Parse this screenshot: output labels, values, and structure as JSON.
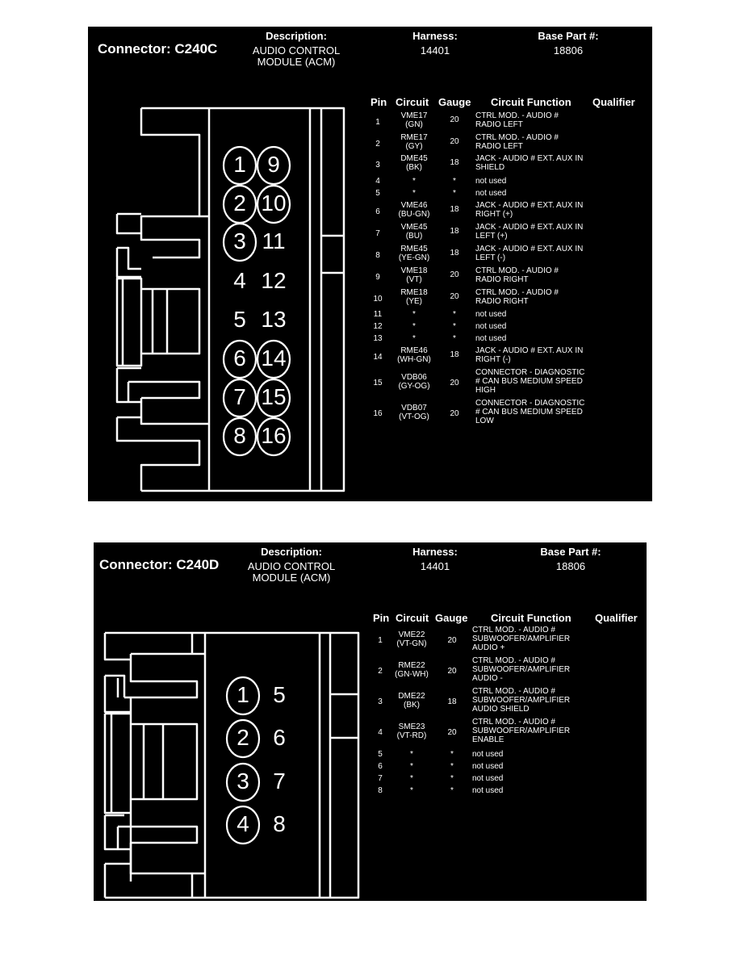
{
  "connectors": [
    {
      "title": "Connector: C240C",
      "description_label": "Description:",
      "description": "AUDIO CONTROL MODULE (ACM)",
      "description_line1": "AUDIO CONTROL",
      "description_line2": "MODULE (ACM)",
      "harness_label": "Harness:",
      "harness": "14401",
      "base_part_label": "Base Part #:",
      "base_part": "18806",
      "columns": [
        "Pin",
        "Circuit",
        "Gauge",
        "Circuit Function",
        "Qualifier"
      ],
      "diagram_pins": [
        {
          "n": "1",
          "circled": true
        },
        {
          "n": "2",
          "circled": true
        },
        {
          "n": "3",
          "circled": true
        },
        {
          "n": "4",
          "circled": false
        },
        {
          "n": "5",
          "circled": false
        },
        {
          "n": "6",
          "circled": true
        },
        {
          "n": "7",
          "circled": true
        },
        {
          "n": "8",
          "circled": true
        },
        {
          "n": "9",
          "circled": true
        },
        {
          "n": "10",
          "circled": true
        },
        {
          "n": "11",
          "circled": false
        },
        {
          "n": "12",
          "circled": false
        },
        {
          "n": "13",
          "circled": false
        },
        {
          "n": "14",
          "circled": true
        },
        {
          "n": "15",
          "circled": true
        },
        {
          "n": "16",
          "circled": true
        }
      ],
      "pins": [
        {
          "pin": "1",
          "circuit": "VME17",
          "color": "(GN)",
          "gauge": "20",
          "function": [
            "CTRL MOD. - AUDIO #",
            "RADIO LEFT"
          ],
          "qualifier": ""
        },
        {
          "pin": "2",
          "circuit": "RME17",
          "color": "(GY)",
          "gauge": "20",
          "function": [
            "CTRL MOD. - AUDIO #",
            "RADIO LEFT"
          ],
          "qualifier": ""
        },
        {
          "pin": "3",
          "circuit": "DME45",
          "color": "(BK)",
          "gauge": "18",
          "function": [
            "JACK - AUDIO # EXT. AUX IN",
            "SHIELD"
          ],
          "qualifier": ""
        },
        {
          "pin": "4",
          "circuit": "*",
          "color": "",
          "gauge": "*",
          "function": [
            "not used"
          ],
          "qualifier": ""
        },
        {
          "pin": "5",
          "circuit": "*",
          "color": "",
          "gauge": "*",
          "function": [
            "not used"
          ],
          "qualifier": ""
        },
        {
          "pin": "6",
          "circuit": "VME46",
          "color": "(BU-GN)",
          "gauge": "18",
          "function": [
            "JACK - AUDIO # EXT. AUX IN",
            "RIGHT (+)"
          ],
          "qualifier": ""
        },
        {
          "pin": "7",
          "circuit": "VME45",
          "color": "(BU)",
          "gauge": "18",
          "function": [
            "JACK - AUDIO # EXT. AUX IN",
            "LEFT (+)"
          ],
          "qualifier": ""
        },
        {
          "pin": "8",
          "circuit": "RME45",
          "color": "(YE-GN)",
          "gauge": "18",
          "function": [
            "JACK - AUDIO # EXT. AUX IN",
            "LEFT (-)"
          ],
          "qualifier": ""
        },
        {
          "pin": "9",
          "circuit": "VME18",
          "color": "(VT)",
          "gauge": "20",
          "function": [
            "CTRL MOD. - AUDIO #",
            "RADIO RIGHT"
          ],
          "qualifier": ""
        },
        {
          "pin": "10",
          "circuit": "RME18",
          "color": "(YE)",
          "gauge": "20",
          "function": [
            "CTRL MOD. - AUDIO #",
            "RADIO RIGHT"
          ],
          "qualifier": ""
        },
        {
          "pin": "11",
          "circuit": "*",
          "color": "",
          "gauge": "*",
          "function": [
            "not used"
          ],
          "qualifier": ""
        },
        {
          "pin": "12",
          "circuit": "*",
          "color": "",
          "gauge": "*",
          "function": [
            "not used"
          ],
          "qualifier": ""
        },
        {
          "pin": "13",
          "circuit": "*",
          "color": "",
          "gauge": "*",
          "function": [
            "not used"
          ],
          "qualifier": ""
        },
        {
          "pin": "14",
          "circuit": "RME46",
          "color": "(WH-GN)",
          "gauge": "18",
          "function": [
            "JACK - AUDIO # EXT. AUX IN",
            "RIGHT (-)"
          ],
          "qualifier": ""
        },
        {
          "pin": "15",
          "circuit": "VDB06",
          "color": "(GY-OG)",
          "gauge": "20",
          "function": [
            "CONNECTOR - DIAGNOSTIC",
            "# CAN BUS MEDIUM SPEED",
            "HIGH"
          ],
          "qualifier": ""
        },
        {
          "pin": "16",
          "circuit": "VDB07",
          "color": "(VT-OG)",
          "gauge": "20",
          "function": [
            "CONNECTOR - DIAGNOSTIC",
            "# CAN BUS MEDIUM SPEED",
            "LOW"
          ],
          "qualifier": ""
        }
      ]
    },
    {
      "title": "Connector: C240D",
      "description_label": "Description:",
      "description": "AUDIO CONTROL MODULE (ACM)",
      "description_line1": "AUDIO CONTROL",
      "description_line2": "MODULE (ACM)",
      "harness_label": "Harness:",
      "harness": "14401",
      "base_part_label": "Base Part #:",
      "base_part": "18806",
      "columns": [
        "Pin",
        "Circuit",
        "Gauge",
        "Circuit Function",
        "Qualifier"
      ],
      "diagram_pins": [
        {
          "n": "1",
          "circled": true
        },
        {
          "n": "2",
          "circled": true
        },
        {
          "n": "3",
          "circled": true
        },
        {
          "n": "4",
          "circled": true
        },
        {
          "n": "5",
          "circled": false
        },
        {
          "n": "6",
          "circled": false
        },
        {
          "n": "7",
          "circled": false
        },
        {
          "n": "8",
          "circled": false
        }
      ],
      "pins": [
        {
          "pin": "1",
          "circuit": "VME22",
          "color": "(VT-GN)",
          "gauge": "20",
          "function": [
            "CTRL MOD. - AUDIO #",
            "SUBWOOFER/AMPLIFIER",
            "AUDIO +"
          ],
          "qualifier": ""
        },
        {
          "pin": "2",
          "circuit": "RME22",
          "color": "(GN-WH)",
          "gauge": "20",
          "function": [
            "CTRL MOD. - AUDIO #",
            "SUBWOOFER/AMPLIFIER",
            "AUDIO -"
          ],
          "qualifier": ""
        },
        {
          "pin": "3",
          "circuit": "DME22",
          "color": "(BK)",
          "gauge": "18",
          "function": [
            "CTRL MOD. - AUDIO #",
            "SUBWOOFER/AMPLIFIER",
            "AUDIO SHIELD"
          ],
          "qualifier": ""
        },
        {
          "pin": "4",
          "circuit": "SME23",
          "color": "(VT-RD)",
          "gauge": "20",
          "function": [
            "CTRL MOD. - AUDIO #",
            "SUBWOOFER/AMPLIFIER",
            "ENABLE"
          ],
          "qualifier": ""
        },
        {
          "pin": "5",
          "circuit": "*",
          "color": "",
          "gauge": "*",
          "function": [
            "not used"
          ],
          "qualifier": ""
        },
        {
          "pin": "6",
          "circuit": "*",
          "color": "",
          "gauge": "*",
          "function": [
            "not used"
          ],
          "qualifier": ""
        },
        {
          "pin": "7",
          "circuit": "*",
          "color": "",
          "gauge": "*",
          "function": [
            "not used"
          ],
          "qualifier": ""
        },
        {
          "pin": "8",
          "circuit": "*",
          "color": "",
          "gauge": "*",
          "function": [
            "not used"
          ],
          "qualifier": ""
        }
      ]
    }
  ]
}
